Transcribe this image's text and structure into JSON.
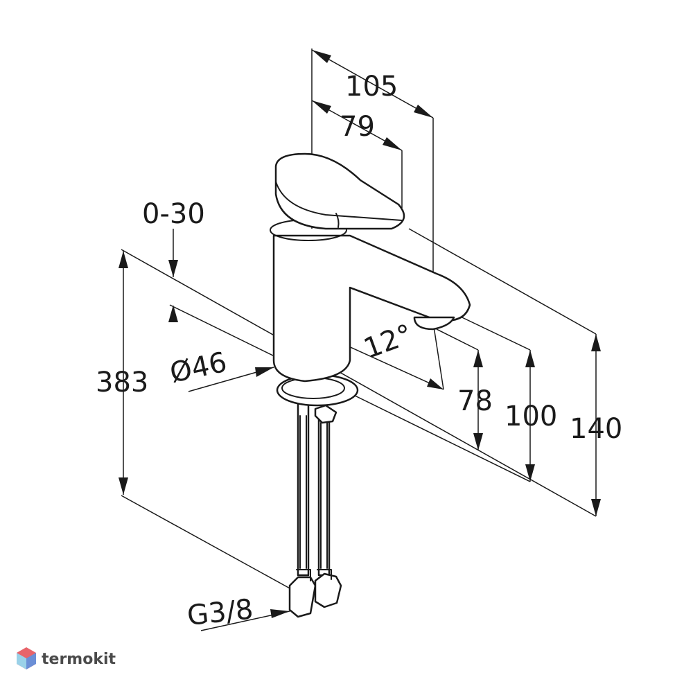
{
  "dimensions": {
    "width_overall": "105",
    "width_handle": "79",
    "deck_thickness": "0-30",
    "height_total": "383",
    "base_diameter": "Ø46",
    "spout_angle": "12°",
    "height_spout": "78",
    "height_mid": "100",
    "height_top": "140",
    "connection_thread": "G3/8"
  },
  "watermark": {
    "brand": "termokit",
    "logo_colors": [
      "#e8646a",
      "#6b8fd6",
      "#9ad1e8"
    ]
  }
}
